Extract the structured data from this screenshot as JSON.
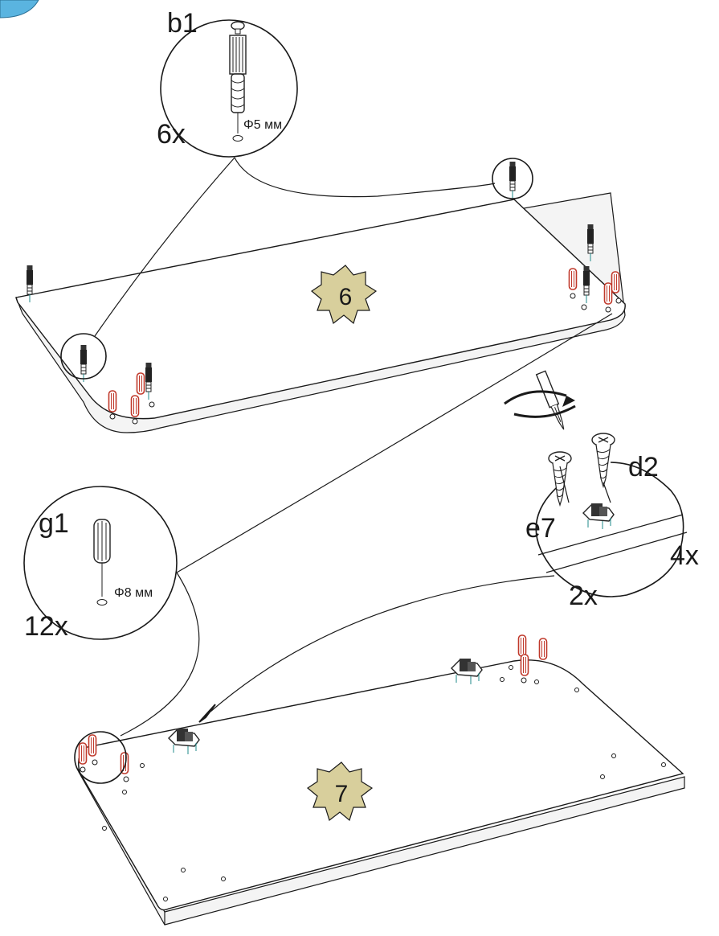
{
  "labels": {
    "b1": "b1",
    "b1_count": "6x",
    "b1_diameter": "Φ5 мм",
    "g1": "g1",
    "g1_count": "12x",
    "g1_diameter": "Φ8 мм",
    "d2": "d2",
    "e7": "e7",
    "d2_count": "4x",
    "e7_count": "2x"
  },
  "steps": {
    "step6": "6",
    "step7": "7"
  },
  "colors": {
    "line": "#1a1a1a",
    "dowel": "#c0392b",
    "badge_fill": "#d8cf9c",
    "corner_tab": "#5ab4e0"
  }
}
